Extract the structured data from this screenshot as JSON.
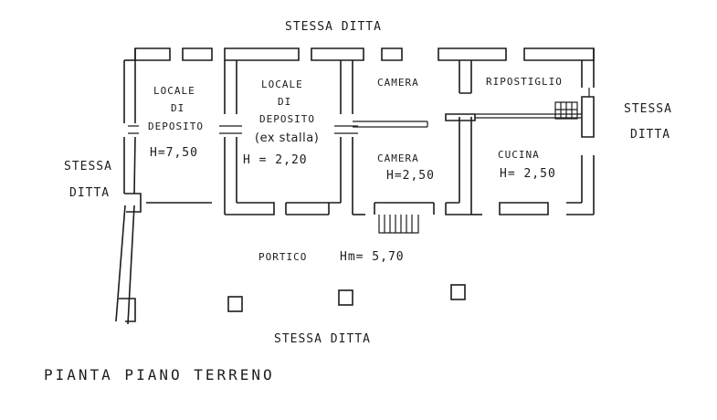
{
  "plan": {
    "title": "PIANTA PIANO TERRENO",
    "neighbors": {
      "top": "STESSA DITTA",
      "left_1": "STESSA",
      "left_2": "DITTA",
      "right_1": "STESSA",
      "right_2": "DITTA",
      "bottom": "STESSA DITTA"
    },
    "rooms": [
      {
        "id": "locale-deposito-1",
        "lines": [
          "LOCALE",
          "DI",
          "DEPOSITO"
        ],
        "height": "H=7,50"
      },
      {
        "id": "locale-deposito-2",
        "lines": [
          "LOCALE",
          "DI",
          "DEPOSITO",
          "(ex stalla)"
        ],
        "height": "H = 2,20"
      },
      {
        "id": "camera-1",
        "lines": [
          "CAMERA"
        ],
        "height": ""
      },
      {
        "id": "ripostiglio",
        "lines": [
          "RIPOSTIGLIO"
        ],
        "height": ""
      },
      {
        "id": "camera-2",
        "lines": [
          "CAMERA"
        ],
        "height": "H=2,50"
      },
      {
        "id": "cucina",
        "lines": [
          "CUCINA"
        ],
        "height": "H= 2,50"
      }
    ],
    "portico": {
      "name": "PORTICO",
      "height": "Hm= 5,70"
    }
  }
}
